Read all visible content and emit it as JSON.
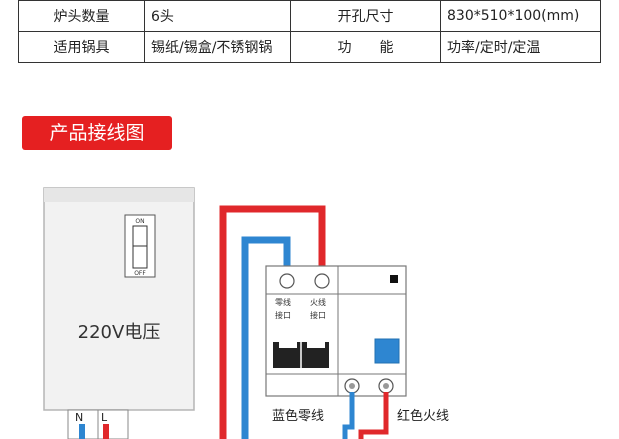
{
  "spec_table": {
    "rows": [
      [
        "炉头数量",
        "6头",
        "开孔尺寸",
        "830*510*100(mm)"
      ],
      [
        "适用锅具",
        "锡纸/锡盒/不锈钢锅",
        "功　　能",
        "功率/定时/定温"
      ]
    ]
  },
  "section": {
    "title": "产品接线图"
  },
  "diagram": {
    "box_label": "220V电压",
    "switch_on": "ON",
    "switch_off": "OFF",
    "terminal_n": "N",
    "terminal_l": "L",
    "breaker_zero_label_1": "零线",
    "breaker_zero_label_2": "接口",
    "breaker_fire_label_1": "火线",
    "breaker_fire_label_2": "接口",
    "blue_wire_label": "蓝色零线",
    "red_wire_label": "红色火线"
  },
  "colors": {
    "red_wire": "#e0282b",
    "blue_wire": "#2e86d1",
    "accent": "#e52021"
  }
}
